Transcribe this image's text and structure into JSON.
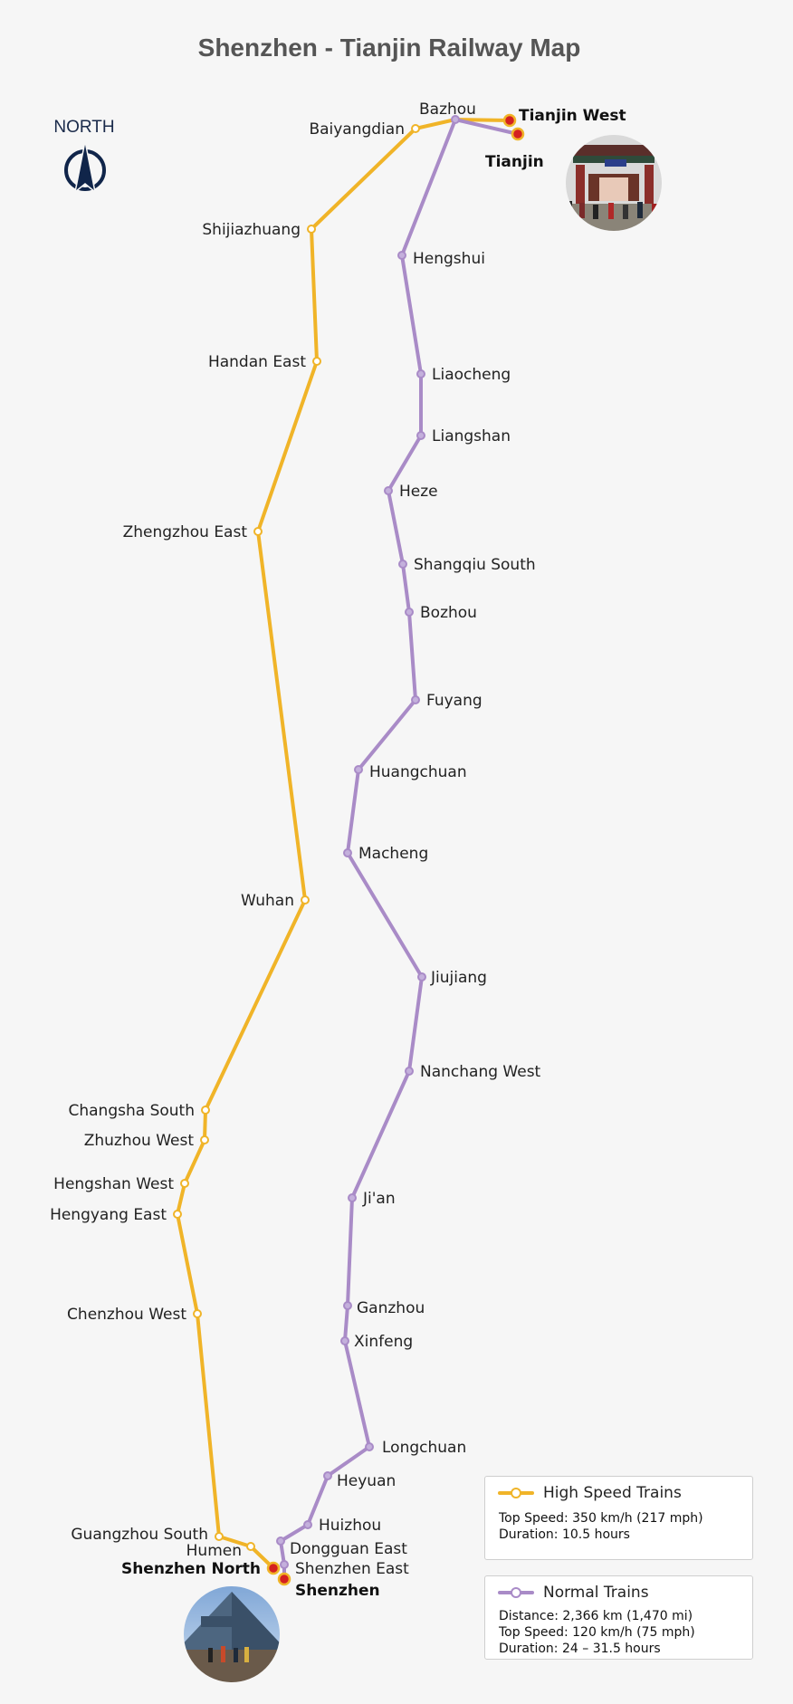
{
  "title": "Shenzhen - Tianjin Railway Map",
  "compass": {
    "label": "NORTH",
    "icon": "north-arrow-icon"
  },
  "colors": {
    "high_speed": "#f0b428",
    "normal": "#a98bc7",
    "terminal": "#d42020"
  },
  "routes": {
    "high_speed": [
      "Shenzhen North",
      "Humen",
      "Guangzhou South",
      "Chenzhou West",
      "Hengyang East",
      "Hengshan West",
      "Zhuzhou West",
      "Changsha South",
      "Wuhan",
      "Zhengzhou East",
      "Handan East",
      "Shijiazhuang",
      "Baiyangdian",
      "Bazhou",
      "Tianjin West"
    ],
    "normal": [
      "Shenzhen",
      "Shenzhen East",
      "Dongguan East",
      "Huizhou",
      "Heyuan",
      "Longchuan",
      "Xinfeng",
      "Ganzhou",
      "Ji'an",
      "Nanchang West",
      "Jiujiang",
      "Macheng",
      "Huangchuan",
      "Fuyang",
      "Bozhou",
      "Shangqiu South",
      "Heze",
      "Liangshan",
      "Liaocheng",
      "Hengshui",
      "Bazhou",
      "Tianjin"
    ]
  },
  "terminals": [
    "Tianjin West",
    "Tianjin",
    "Shenzhen North",
    "Shenzhen"
  ],
  "photos": [
    {
      "name": "tianjin-gate-photo",
      "subject": "Tianjin ancient culture street gate"
    },
    {
      "name": "shenzhen-pyramid-photo",
      "subject": "Window of the World pyramid, Shenzhen"
    }
  ],
  "legend": {
    "high_speed": {
      "label": "High Speed Trains",
      "lines": [
        "Top Speed: 350 km/h (217 mph)",
        "Duration: 10.5 hours"
      ]
    },
    "normal": {
      "label": "Normal Trains",
      "lines": [
        "Distance: 2,366 km (1,470 mi)",
        "Top Speed: 120 km/h (75 mph)",
        "Duration: 24 – 31.5 hours"
      ]
    }
  }
}
